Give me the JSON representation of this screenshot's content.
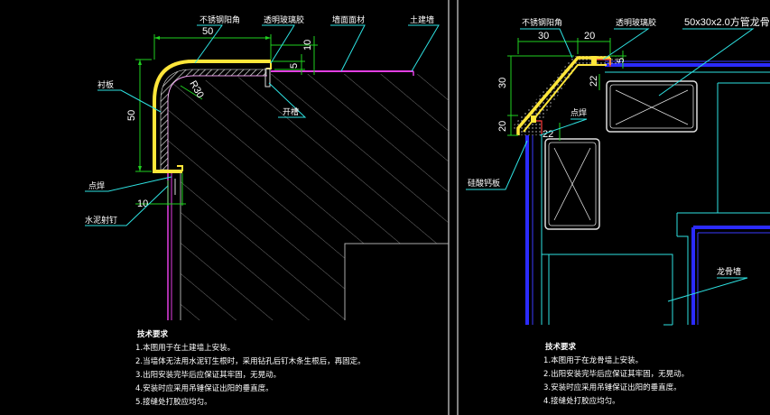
{
  "left": {
    "labels": {
      "stainless_corner": "不锈钢阳角",
      "clear_glue": "透明玻璃胶",
      "wall_finish": "墙面面材",
      "civil_wall": "土建墙",
      "backing_board": "衬板",
      "groove": "开槽",
      "spot_weld": "点焊",
      "cement_nail": "水泥射钉"
    },
    "dims": {
      "width": "50",
      "height": "50",
      "radius": "R30",
      "d10_top": "10",
      "d5": "5",
      "d10_bottom": "10"
    },
    "notes": {
      "title": "技术要求",
      "items": [
        "1.本图用于在土建墙上安装。",
        "2.当墙体无法用水泥钉生根时，采用钻孔后钉木条生根后，再固定。",
        "3.出阳安装完毕后应保证其牢固，无晃动。",
        "4.安装时应采用吊锤保证出阳的垂直度。",
        "5.接缝处打胶应均匀。"
      ]
    }
  },
  "right": {
    "labels": {
      "stainless_corner": "不锈钢阳角",
      "clear_glue": "透明玻璃胶",
      "tube_keel": "50x30x2.0方管龙骨",
      "spot_weld": "点焊",
      "calcium_board": "硅酸钙板",
      "keel_wall": "龙骨墙"
    },
    "dims": {
      "d30_top": "30",
      "d20_top": "20",
      "d5": "5",
      "d30_left": "30",
      "d20_left": "20",
      "d22_a": "22",
      "d22_b": "22"
    },
    "notes": {
      "title": "技术要求",
      "items": [
        "1.本图用于在龙骨墙上安装。",
        "2.出阳安装完毕后应保证其牢固，无晃动。",
        "3.安装时应采用吊锤保证出阳的垂直度。",
        "4.接缝处打胶应均匀。"
      ]
    }
  }
}
